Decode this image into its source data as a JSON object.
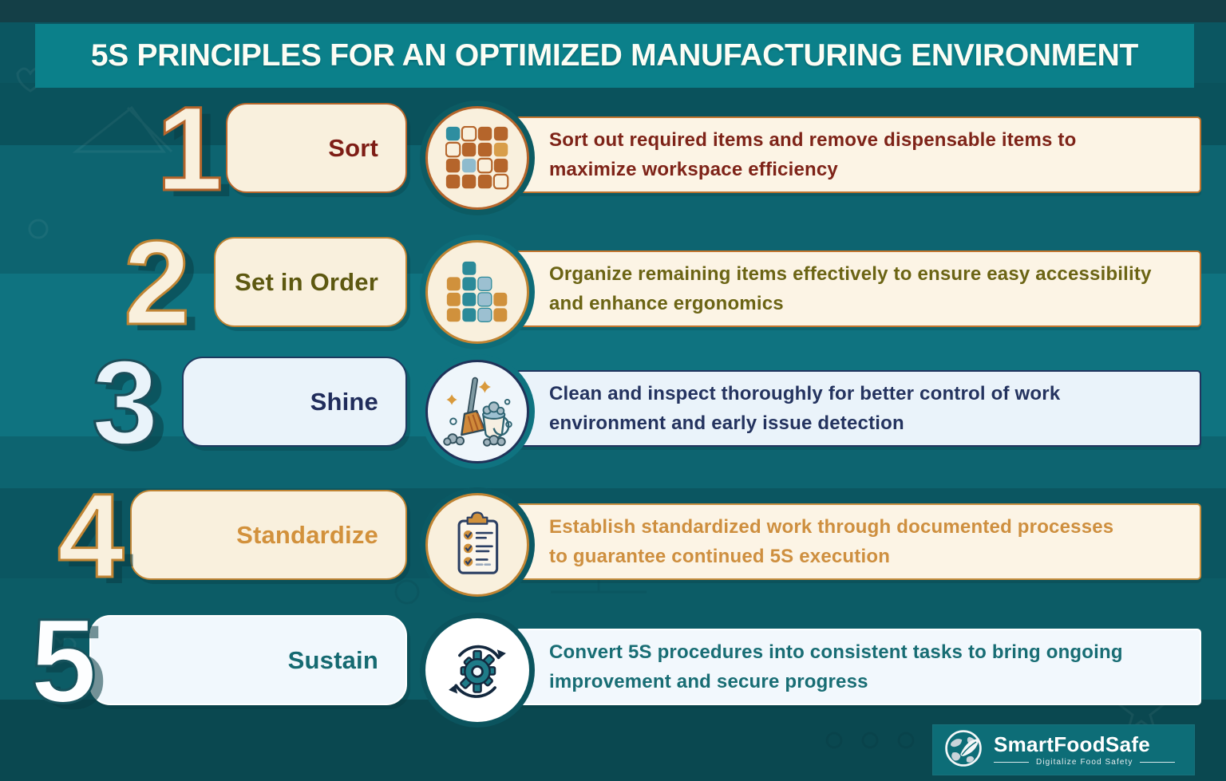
{
  "header": {
    "title": "5S PRINCIPLES FOR AN OPTIMIZED MANUFACTURING ENVIRONMENT"
  },
  "rows": [
    {
      "number": "1",
      "label": "Sort",
      "icon": "sort-grid-icon",
      "accent_color": "#7E1D15",
      "desc_lines": [
        "Sort out required items and remove dispensable items to",
        "maximize workspace efficiency"
      ]
    },
    {
      "number": "2",
      "label": "Set in Order",
      "icon": "order-blocks-icon",
      "accent_color": "#5D5810",
      "desc_lines": [
        "Organize remaining items effectively to ensure easy accessibility",
        "and enhance ergonomics"
      ]
    },
    {
      "number": "3",
      "label": "Shine",
      "icon": "broom-bucket-icon",
      "accent_color": "#24335F",
      "desc_lines": [
        "Clean and inspect thoroughly for better control of work",
        "environment and early issue detection"
      ]
    },
    {
      "number": "4",
      "label": "Standardize",
      "icon": "clipboard-checklist-icon",
      "accent_color": "#D2913C",
      "desc_lines": [
        "Establish standardized work through documented processes",
        "to guarantee continued 5S execution"
      ]
    },
    {
      "number": "5",
      "label": "Sustain",
      "icon": "gear-cycle-icon",
      "accent_color": "#186D74",
      "desc_lines": [
        "Convert 5S procedures into consistent tasks to bring ongoing",
        "improvement and secure progress"
      ]
    }
  ],
  "footer": {
    "brand": "SmartFoodSafe",
    "tagline": "Digitalize Food Safety",
    "icon": "globe-leaf-icon"
  },
  "colors": {
    "background_teal": "#0D6470",
    "banner_teal": "#0B808A",
    "cream": "#F9F0DD",
    "orange_border": "#C2752E",
    "navy": "#22345E",
    "light_blue_panel": "#EAF3FA"
  }
}
